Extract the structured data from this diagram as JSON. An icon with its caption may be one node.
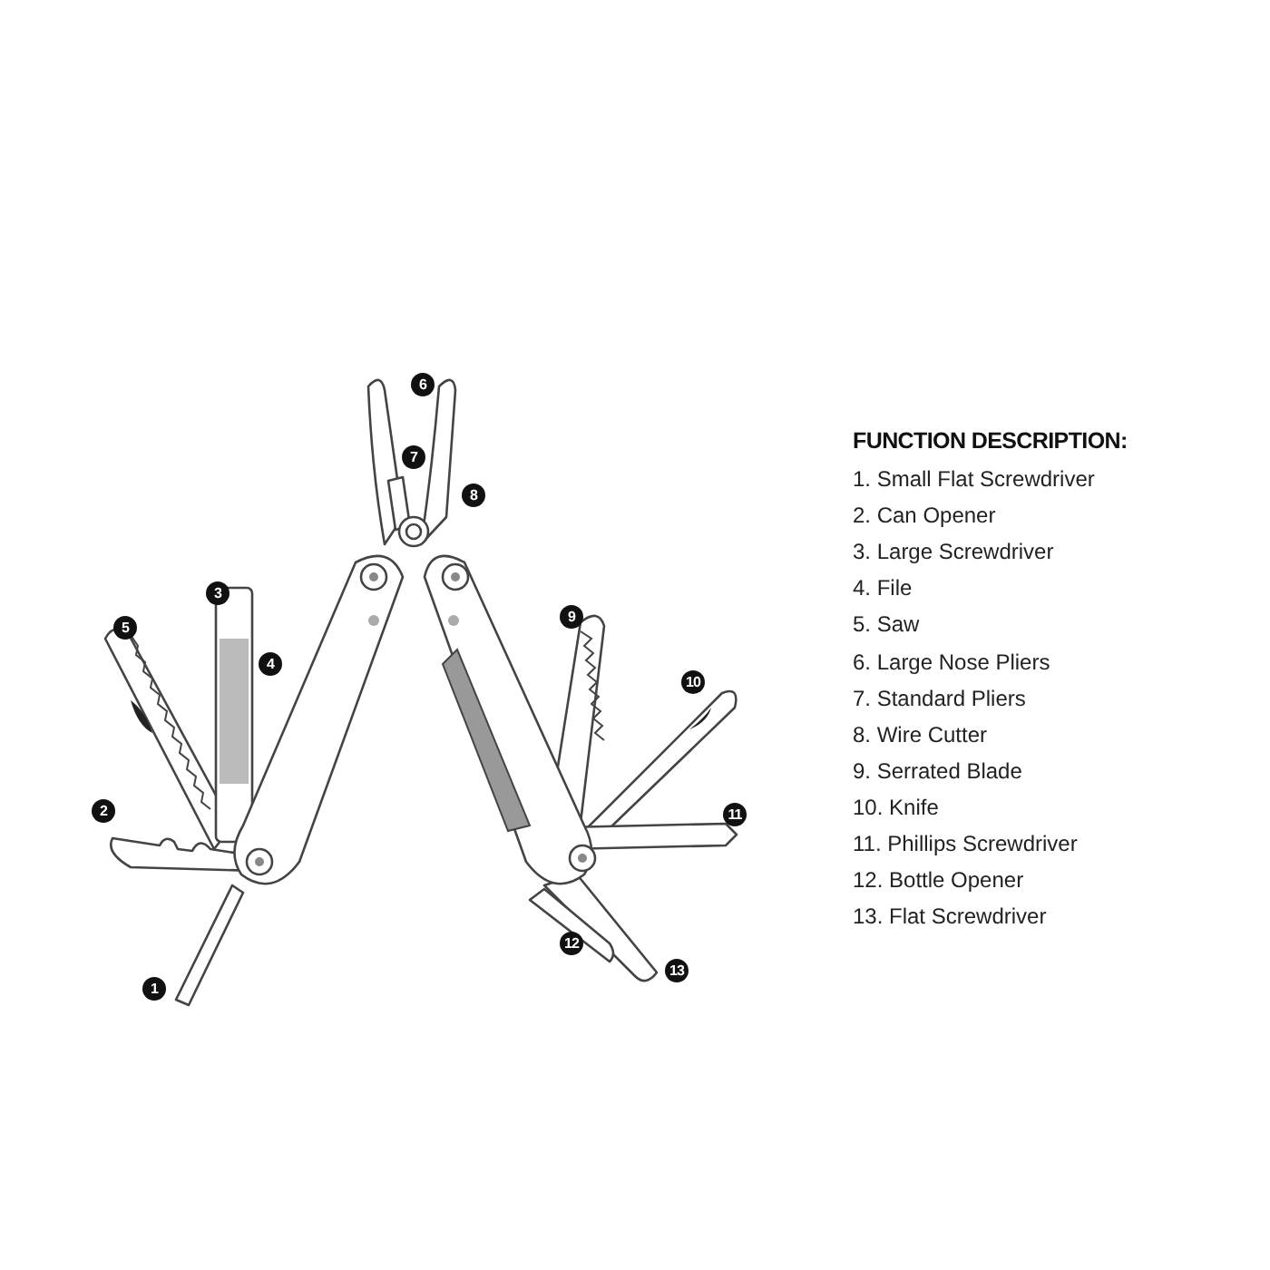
{
  "diagram": {
    "title": "FUNCTION DESCRIPTION:",
    "labels": [
      "6",
      "7",
      "8",
      "3",
      "9",
      "5",
      "4",
      "10",
      "2",
      "11",
      "12",
      "13",
      "1",
      "1. Small Flat Screwdriver",
      "2. Can Opener",
      "3. Large Screwdriver",
      "4. File",
      "5. Saw",
      "6. Large Nose Pliers",
      "7. Standard Pliers",
      "8. Wire Cutter",
      "9. Serrated Blade",
      "10. Knife",
      "11. Phillips Screwdriver",
      "12. Bottle Opener",
      "13. Flat Screwdriver"
    ]
  }
}
